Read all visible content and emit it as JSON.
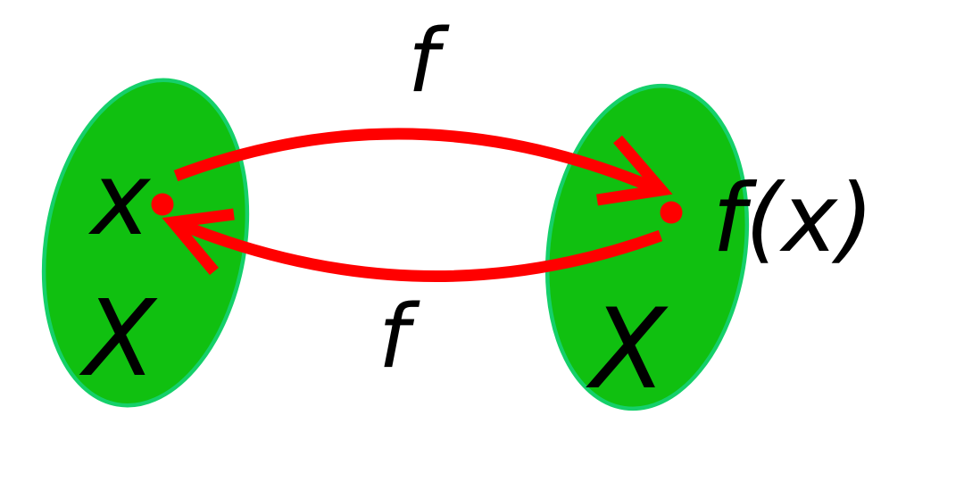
{
  "diagram": {
    "type": "function-mapping-involution",
    "left_set": {
      "set_label": "X",
      "element_label": "x"
    },
    "right_set": {
      "set_label": "X",
      "element_label": "f(x)"
    },
    "top_arrow": {
      "label": "f",
      "direction": "left-to-right"
    },
    "bottom_arrow": {
      "label": "f",
      "direction": "right-to-left"
    },
    "colors": {
      "set_fill": "#10c010",
      "set_stroke": "#15d06a",
      "arrow": "#ff0000",
      "point": "#ff0000",
      "text": "#000000",
      "background": "#ffffff"
    }
  }
}
